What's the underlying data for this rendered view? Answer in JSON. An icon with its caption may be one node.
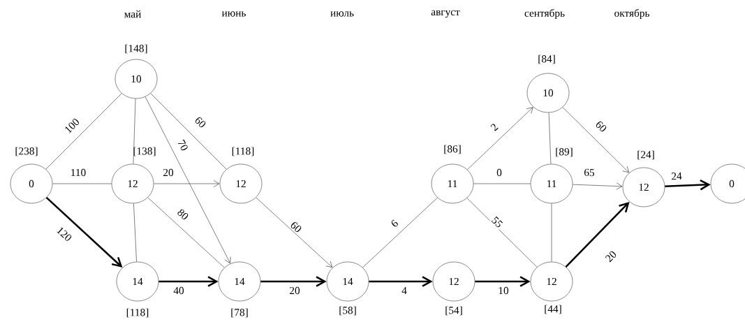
{
  "diagram": {
    "nodes": [
      {
        "text": [
          "0"
        ],
        "beside": [
          "[238]"
        ]
      },
      {
        "text": [
          "10"
        ],
        "beside": [
          "[148]"
        ]
      },
      {
        "text": [
          "12"
        ],
        "beside": [
          "[138]"
        ]
      },
      {
        "text": [
          "12"
        ],
        "beside": [
          "[118]"
        ]
      },
      {
        "text": [
          "14"
        ],
        "beside": [
          "[118]"
        ]
      },
      {
        "text": [
          "14"
        ],
        "beside": [
          "[78]"
        ]
      },
      {
        "text": [
          "14"
        ],
        "beside": [
          "[58]"
        ]
      },
      {
        "text": [
          "11"
        ],
        "beside": [
          "[86]"
        ]
      },
      {
        "text": [
          "12"
        ],
        "beside": [
          "[54]"
        ]
      },
      {
        "text": [
          "10"
        ],
        "beside": [
          "[84]"
        ]
      },
      {
        "text": [
          "11"
        ],
        "beside": [
          "[89]"
        ]
      },
      {
        "text": [
          "12"
        ],
        "beside": [
          "[44]"
        ]
      },
      {
        "text": [
          "12"
        ],
        "beside": [
          "[24]"
        ]
      },
      {
        "text": [
          "0"
        ]
      }
    ],
    "edges": [
      {
        "from": 0,
        "to": 1,
        "arrow": "none",
        "label": "100"
      },
      {
        "from": 0,
        "to": 2,
        "arrow": "none",
        "label": "110"
      },
      {
        "from": 0,
        "to": 4,
        "arrow": "to",
        "label": "120",
        "style": "thick"
      },
      {
        "from": 1,
        "to": 2,
        "arrow": "none"
      },
      {
        "from": 1,
        "to": 5,
        "arrow": "to",
        "label": "70"
      },
      {
        "from": 1,
        "to": 3,
        "arrow": "none",
        "label": "60"
      },
      {
        "from": 2,
        "to": 3,
        "arrow": "to",
        "label": "20"
      },
      {
        "from": 2,
        "to": 4,
        "arrow": "none"
      },
      {
        "from": 2,
        "to": 5,
        "arrow": "none",
        "label": "80"
      },
      {
        "from": 3,
        "to": 6,
        "arrow": "to",
        "label": "60"
      },
      {
        "from": 4,
        "to": 5,
        "arrow": "to",
        "label": "40",
        "style": "thick"
      },
      {
        "from": 5,
        "to": 6,
        "arrow": "to",
        "label": "20",
        "style": "thick"
      },
      {
        "from": 6,
        "to": 7,
        "arrow": "none",
        "label": "6"
      },
      {
        "from": 6,
        "to": 8,
        "arrow": "to",
        "label": "4",
        "style": "thick"
      },
      {
        "from": 7,
        "to": 9,
        "arrow": "to",
        "label": "2"
      },
      {
        "from": 7,
        "to": 10,
        "arrow": "none",
        "label": "0"
      },
      {
        "from": 7,
        "to": 11,
        "arrow": "none",
        "label": "55"
      },
      {
        "from": 8,
        "to": 11,
        "arrow": "to",
        "label": "10",
        "style": "thick"
      },
      {
        "from": 9,
        "to": 10,
        "arrow": "none"
      },
      {
        "from": 9,
        "to": 12,
        "arrow": "to",
        "label": "60"
      },
      {
        "from": 10,
        "to": 12,
        "arrow": "to",
        "label": "65"
      },
      {
        "from": 10,
        "to": 11,
        "arrow": "none"
      },
      {
        "from": 11,
        "to": 12,
        "arrow": "to",
        "label": "20",
        "style": "thick"
      },
      {
        "from": 12,
        "to": 13,
        "arrow": "to",
        "label": "24",
        "style": "thick"
      }
    ],
    "labels": [
      "май",
      "июнь",
      "июль",
      "август",
      "сентябрь",
      "октябрь"
    ]
  }
}
